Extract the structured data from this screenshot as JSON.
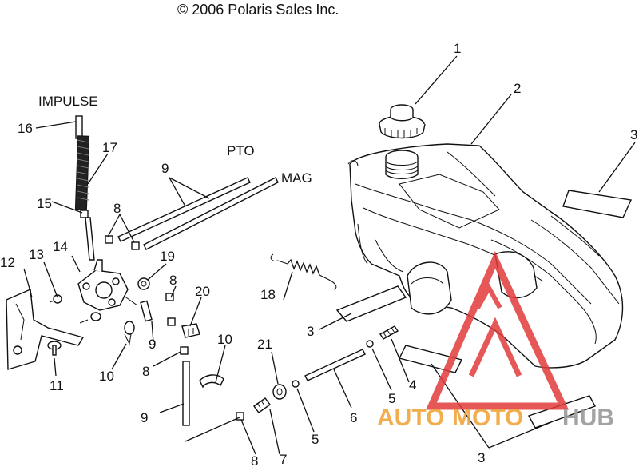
{
  "copyright": "© 2006 Polaris Sales Inc.",
  "labels": {
    "impulse": "IMPULSE",
    "pto": "PTO",
    "mag": "MAG"
  },
  "callouts": {
    "c1": "1",
    "c2": "2",
    "c3a": "3",
    "c3b": "3",
    "c3c": "3",
    "c4": "4",
    "c5a": "5",
    "c5b": "5",
    "c6": "6",
    "c7": "7",
    "c8a": "8",
    "c8b": "8",
    "c8c": "8",
    "c8d": "8",
    "c9a": "9",
    "c9b": "9",
    "c9c": "9",
    "c10a": "10",
    "c10b": "10",
    "c11": "11",
    "c12": "12",
    "c13": "13",
    "c14": "14",
    "c15": "15",
    "c16": "16",
    "c17": "17",
    "c18": "18",
    "c19": "19",
    "c20": "20",
    "c21": "21"
  },
  "watermark": {
    "part1": "AUTO",
    "part2": "MOTO",
    "part3": "HUB",
    "color_red": "#e23b3b",
    "color_orange": "#f0a030",
    "color_gray": "#9a9a9a"
  }
}
